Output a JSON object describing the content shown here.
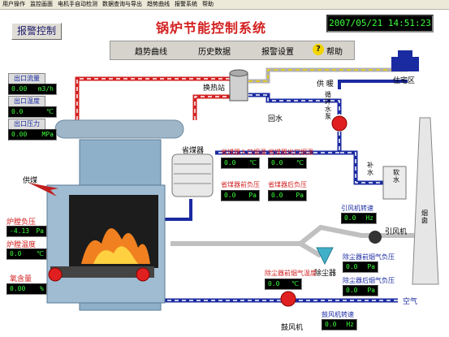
{
  "menu": [
    "用户操作",
    "监控画面",
    "电机手自动检测",
    "数据查询与导出",
    "趋势曲线",
    "报警系统",
    "帮助"
  ],
  "alarm_button": "报警控制",
  "title": "锅炉节能控制系统",
  "datetime": "2007/05/21 14:51:23",
  "toolbar": {
    "trend": "趋势曲线",
    "history": "历史数据",
    "alarm_settings": "报警设置",
    "help": "帮助",
    "help_icon": "?"
  },
  "outlet": {
    "flow": {
      "label": "出口流量",
      "value": "0.00",
      "unit": "m3/h"
    },
    "temp": {
      "label": "出口温度",
      "value": "0.0",
      "unit": "℃"
    },
    "pressure": {
      "label": "出口压力",
      "value": "0.00",
      "unit": "MPa"
    }
  },
  "furnace": {
    "pressure": {
      "label": "炉膛负压",
      "value": "-4.13",
      "unit": "Pa"
    },
    "temp": {
      "label": "炉膛温度",
      "value": "0.0",
      "unit": "℃"
    },
    "oxygen": {
      "label": "氧含量",
      "value": "0.00",
      "unit": "%"
    }
  },
  "economizer": {
    "in_temp": {
      "label": "省煤器入口烟温",
      "value": "0.0",
      "unit": "℃"
    },
    "out_temp": {
      "label": "省煤器出口烟温",
      "value": "0.0",
      "unit": "℃"
    },
    "front_pressure": {
      "label": "省煤器前负压",
      "value": "0.0",
      "unit": "Pa"
    },
    "rear_pressure": {
      "label": "省煤器后负压",
      "value": "0.0",
      "unit": "Pa"
    }
  },
  "induced_fan": {
    "label": "引风机转速",
    "value": "0.0",
    "unit": "Hz"
  },
  "dust_front": {
    "label": "除尘器前烟气负压",
    "value": "0.0",
    "unit": "Pa"
  },
  "dust_temp": {
    "label": "除尘器前烟气温度",
    "value": "0.0",
    "unit": "℃"
  },
  "dust_rear": {
    "label": "除尘器后烟气负压",
    "value": "0.0",
    "unit": "Pa"
  },
  "blower": {
    "label": "鼓风机转速",
    "value": "0.0",
    "unit": "Hz"
  },
  "labels": {
    "heat_exchanger": "换热站",
    "supply": "供 暖",
    "residential": "住宅区",
    "return": "回水",
    "circ_pump": "循环水泵",
    "economizer": "省煤器",
    "coal_feed": "供煤",
    "makeup": "补 水",
    "softener": "软 水",
    "chimney": "烟 囱",
    "induced_fan": "引风机",
    "dust_collector": "除尘器",
    "blower_fan": "鼓风机",
    "air": "空气"
  },
  "colors": {
    "supply_red": "#d32020",
    "return_blue": "#1a2aa0",
    "boiler_blue": "#7fa8c8",
    "background": "#ffffff"
  }
}
